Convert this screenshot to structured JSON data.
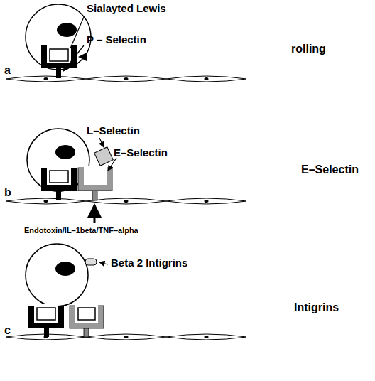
{
  "diagram": {
    "labels": [
      "Sialayted Lewis",
      "P – Selectin",
      "rolling",
      "a",
      "L–Selectin",
      "E–Selectin",
      "E–Selectin",
      "b",
      "Endotoxin/IL–1beta/TNF–alpha",
      "Beta 2 Intigrins",
      "Intigrins",
      "c"
    ]
  }
}
